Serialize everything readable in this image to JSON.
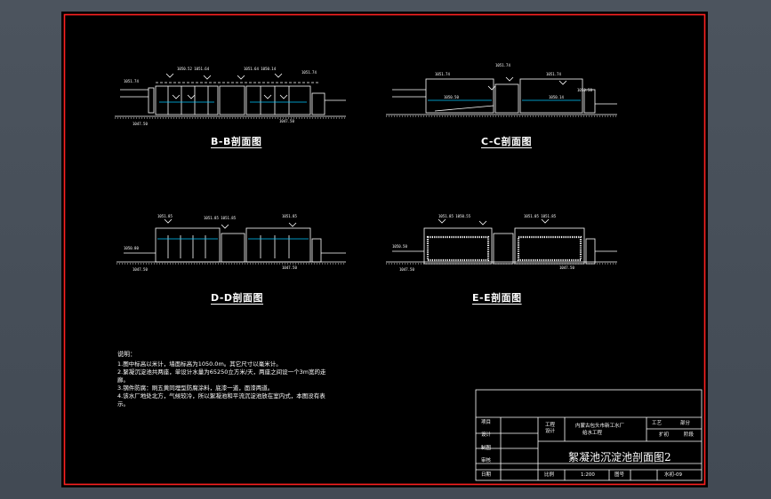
{
  "sections": [
    {
      "id": "bb",
      "caption": "B-B剖面图"
    },
    {
      "id": "cc",
      "caption": "C-C剖面图"
    },
    {
      "id": "dd",
      "caption": "D-D剖面图"
    },
    {
      "id": "ee",
      "caption": "E-E剖面图"
    }
  ],
  "notes": {
    "title": "说明：",
    "items": [
      "1.图中标高以米计，墙面标高为1050.0m。其它尺寸以毫米计。",
      "2.絮凝沉淀池共两座，单设计水量为65250立方米/天，两座之间设一个3m宽的走廊。",
      "3.钢件防腐：刷五黄同埋型防腐涂料，底漆一道，面漆两道。",
      "4.该水厂地处北方，气候较冷，所以絮凝池和平流沉淀池放在室内式，本图没有表示。"
    ]
  },
  "title_block": {
    "labels": [
      "项目",
      "设计",
      "制图",
      "审核",
      "日期"
    ],
    "project_label": "工程",
    "project_sub": "设计",
    "project_name_1": "内蒙古包头市新工水厂",
    "project_name_2": "给水工程",
    "drawing_title": "絮凝池沉淀池剖面图2",
    "right_top_1": "工艺",
    "right_top_2": "部分",
    "right_mid_1": "扩初",
    "right_mid_2": "阶段",
    "scale_label": "比例",
    "scale_value": "1:200",
    "drawing_no_label": "图号",
    "drawing_no_value": "水初-09"
  },
  "colors": {
    "frame": "#ff2020",
    "line": "#ffffff",
    "fill": "#00c8ff",
    "ground": "#ffffff",
    "sheet": "#000000",
    "viewport": "#4a525c"
  }
}
